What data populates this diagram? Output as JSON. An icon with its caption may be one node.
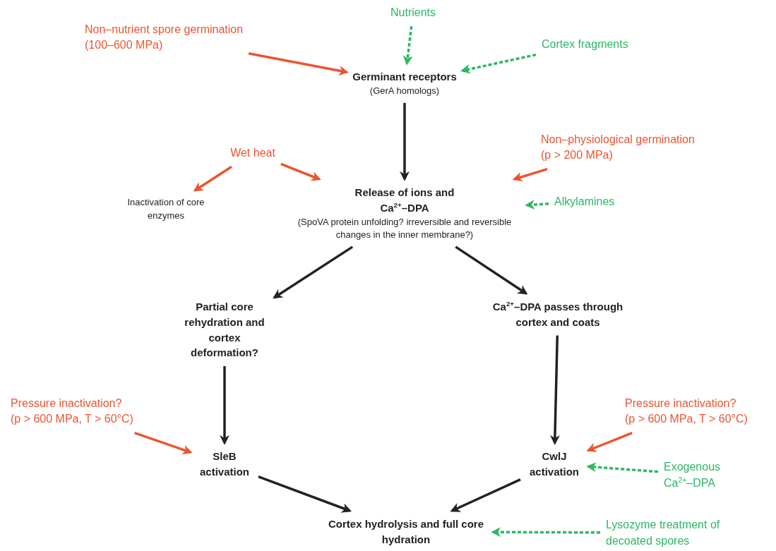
{
  "diagram": {
    "nodes": [
      {
        "text": [
          "Nutrients"
        ]
      },
      {
        "text": [
          "Non–nutrient spore germination",
          "(100–600 MPa)"
        ]
      },
      {
        "text": [
          "Cortex fragments"
        ]
      },
      {
        "text": [
          "Germinant receptors",
          "(GerA homologs)"
        ]
      },
      {
        "text": [
          "Wet heat"
        ]
      },
      {
        "text": [
          "Non–physiological germination",
          "(p > 200 MPa)"
        ]
      },
      {
        "text": [
          "Inactivation of core enzymes"
        ]
      },
      {
        "text": [
          "Release of ions and Ca$^{2+}$–DPA",
          "(SpoVA protein unfolding? irreversible and reversible changes in the inner membrane?)"
        ]
      },
      {
        "text": [
          "Alkylamines"
        ]
      },
      {
        "text": [
          "Partial core rehydration and cortex deformation?"
        ]
      },
      {
        "text": [
          "Ca$^{2+}$–DPA passes through cortex and coats"
        ]
      },
      {
        "text": [
          "Pressure inactivation?",
          "(p > 600 MPa, T > 60°C)"
        ]
      },
      {
        "text": [
          "Pressure inactivation?",
          "(p > 600 MPa, T > 60°C)"
        ]
      },
      {
        "text": [
          "SleB activation"
        ]
      },
      {
        "text": [
          "CwlJ activation"
        ]
      },
      {
        "text": [
          "Exogenous Ca$^{2+}$–DPA"
        ]
      },
      {
        "text": [
          "Cortex hydrolysis and full core hydration"
        ]
      },
      {
        "text": [
          "Lysozyme treatment of decoated spores"
        ]
      }
    ],
    "edges": [
      {
        "from": 0,
        "to": 3,
        "arrow": "to",
        "style": "dashed",
        "color": "#2bb863"
      },
      {
        "from": 1,
        "to": 3,
        "arrow": "to",
        "color": "#ec5430"
      },
      {
        "from": 2,
        "to": 3,
        "arrow": "to",
        "style": "dashed",
        "color": "#2bb863"
      },
      {
        "from": 3,
        "to": 7,
        "arrow": "to"
      },
      {
        "from": 4,
        "to": 6,
        "arrow": "to",
        "color": "#ec5430"
      },
      {
        "from": 4,
        "to": 7,
        "arrow": "to",
        "color": "#ec5430"
      },
      {
        "from": 5,
        "to": 7,
        "arrow": "to",
        "color": "#ec5430"
      },
      {
        "from": 8,
        "to": 7,
        "arrow": "to",
        "style": "dashed",
        "color": "#2bb863"
      },
      {
        "from": 7,
        "to": 9,
        "arrow": "to"
      },
      {
        "from": 7,
        "to": 10,
        "arrow": "to"
      },
      {
        "from": 9,
        "to": 13,
        "arrow": "to"
      },
      {
        "from": 10,
        "to": 14,
        "arrow": "to"
      },
      {
        "from": 11,
        "to": 13,
        "arrow": "to",
        "color": "#ec5430"
      },
      {
        "from": 12,
        "to": 14,
        "arrow": "to",
        "color": "#ec5430"
      },
      {
        "from": 15,
        "to": 14,
        "arrow": "to",
        "style": "dashed",
        "color": "#2bb863"
      },
      {
        "from": 13,
        "to": 16,
        "arrow": "to"
      },
      {
        "from": 14,
        "to": 16,
        "arrow": "to"
      },
      {
        "from": 17,
        "to": 16,
        "arrow": "to",
        "style": "dashed",
        "color": "#2bb863"
      }
    ]
  }
}
